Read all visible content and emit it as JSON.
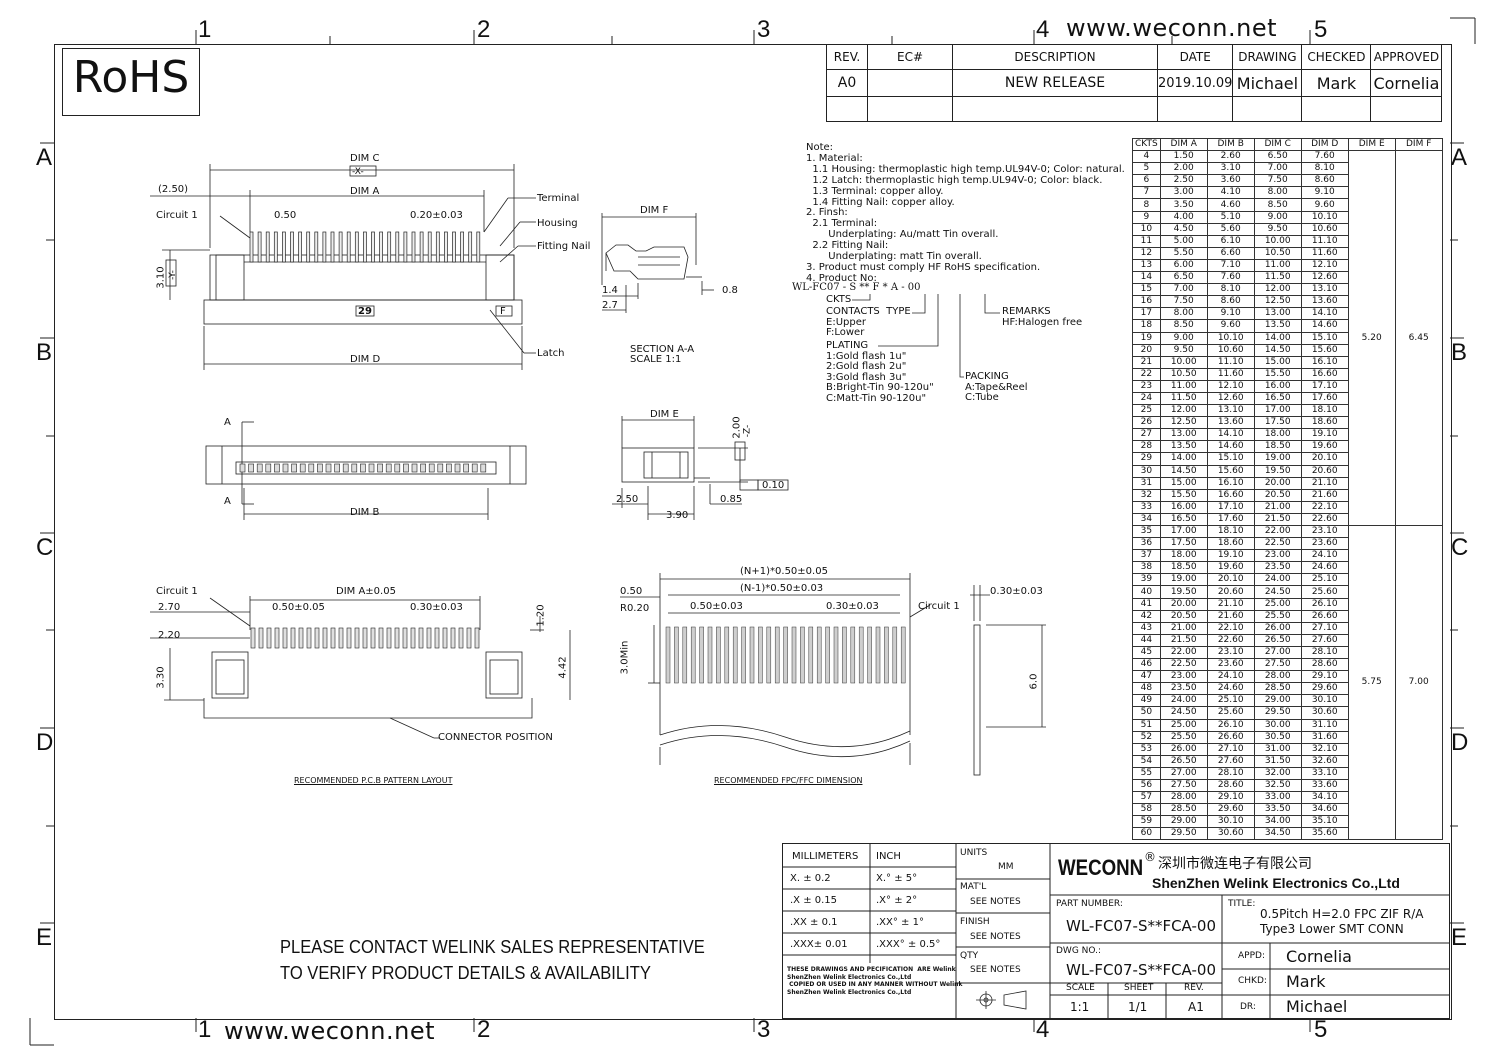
{
  "zones": {
    "top": [
      "1",
      "2",
      "3",
      "4",
      "5"
    ],
    "side": [
      "A",
      "B",
      "C",
      "D",
      "E"
    ]
  },
  "rohs": "RoHS",
  "url_top": "www.weconn.net",
  "url_bottom": "www.weconn.net",
  "revision": {
    "headers": [
      "REV.",
      "EC#",
      "DESCRIPTION",
      "DATE",
      "DRAWING",
      "CHECKED",
      "APPROVED"
    ],
    "row": [
      "A0",
      "",
      "NEW RELEASE",
      "2019.10.09",
      "Michael",
      "Mark",
      "Cornelia"
    ]
  },
  "notes": "Note:\n1. Material:\n  1.1 Housing: thermoplastic high temp.UL94V-0; Color: natural.\n  1.2 Latch: thermoplastic high temp.UL94V-0; Color: black.\n  1.3 Terminal: copper alloy.\n  1.4 Fitting Nail: copper alloy.\n2. Finsh:\n  2.1 Terminal:\n       Underplating: Au/matt Tin overall.\n  2.2 Fitting Nail:\n       Underplating: matt Tin overall.\n3. Product must comply HF RoHS specification.\n4. Product No:",
  "part_code": {
    "code": "WL-FC07 - S   **   F * A - 00",
    "ckts": "CKTS",
    "contacts_type": "CONTACTS  TYPE\nE:Upper\nF:Lower",
    "plating": "PLATING\n1:Gold flash 1u\"\n2:Gold flash 2u\"\n3:Gold flash 3u\"\nB:Bright-Tin 90-120u\"\nC:Matt-Tin 90-120u\"",
    "packing": "PACKING\nA:Tape&Reel\nC:Tube",
    "remarks": "REMARKS\nHF:Halogen free"
  },
  "dim_table": {
    "headers": [
      "CKTS",
      "DIM A",
      "DIM B",
      "DIM C",
      "DIM D",
      "DIM E",
      "DIM F"
    ],
    "rows": [
      [
        4,
        "1.50",
        "2.60",
        "6.50",
        "7.60"
      ],
      [
        5,
        "2.00",
        "3.10",
        "7.00",
        "8.10"
      ],
      [
        6,
        "2.50",
        "3.60",
        "7.50",
        "8.60"
      ],
      [
        7,
        "3.00",
        "4.10",
        "8.00",
        "9.10"
      ],
      [
        8,
        "3.50",
        "4.60",
        "8.50",
        "9.60"
      ],
      [
        9,
        "4.00",
        "5.10",
        "9.00",
        "10.10"
      ],
      [
        10,
        "4.50",
        "5.60",
        "9.50",
        "10.60"
      ],
      [
        11,
        "5.00",
        "6.10",
        "10.00",
        "11.10"
      ],
      [
        12,
        "5.50",
        "6.60",
        "10.50",
        "11.60"
      ],
      [
        13,
        "6.00",
        "7.10",
        "11.00",
        "12.10"
      ],
      [
        14,
        "6.50",
        "7.60",
        "11.50",
        "12.60"
      ],
      [
        15,
        "7.00",
        "8.10",
        "12.00",
        "13.10"
      ],
      [
        16,
        "7.50",
        "8.60",
        "12.50",
        "13.60"
      ],
      [
        17,
        "8.00",
        "9.10",
        "13.00",
        "14.10"
      ],
      [
        18,
        "8.50",
        "9.60",
        "13.50",
        "14.60"
      ],
      [
        19,
        "9.00",
        "10.10",
        "14.00",
        "15.10"
      ],
      [
        20,
        "9.50",
        "10.60",
        "14.50",
        "15.60"
      ],
      [
        21,
        "10.00",
        "11.10",
        "15.00",
        "16.10"
      ],
      [
        22,
        "10.50",
        "11.60",
        "15.50",
        "16.60"
      ],
      [
        23,
        "11.00",
        "12.10",
        "16.00",
        "17.10"
      ],
      [
        24,
        "11.50",
        "12.60",
        "16.50",
        "17.60"
      ],
      [
        25,
        "12.00",
        "13.10",
        "17.00",
        "18.10"
      ],
      [
        26,
        "12.50",
        "13.60",
        "17.50",
        "18.60"
      ],
      [
        27,
        "13.00",
        "14.10",
        "18.00",
        "19.10"
      ],
      [
        28,
        "13.50",
        "14.60",
        "18.50",
        "19.60"
      ],
      [
        29,
        "14.00",
        "15.10",
        "19.00",
        "20.10"
      ],
      [
        30,
        "14.50",
        "15.60",
        "19.50",
        "20.60"
      ],
      [
        31,
        "15.00",
        "16.10",
        "20.00",
        "21.10"
      ],
      [
        32,
        "15.50",
        "16.60",
        "20.50",
        "21.60"
      ],
      [
        33,
        "16.00",
        "17.10",
        "21.00",
        "22.10"
      ],
      [
        34,
        "16.50",
        "17.60",
        "21.50",
        "22.60"
      ],
      [
        35,
        "17.00",
        "18.10",
        "22.00",
        "23.10"
      ],
      [
        36,
        "17.50",
        "18.60",
        "22.50",
        "23.60"
      ],
      [
        37,
        "18.00",
        "19.10",
        "23.00",
        "24.10"
      ],
      [
        38,
        "18.50",
        "19.60",
        "23.50",
        "24.60"
      ],
      [
        39,
        "19.00",
        "20.10",
        "24.00",
        "25.10"
      ],
      [
        40,
        "19.50",
        "20.60",
        "24.50",
        "25.60"
      ],
      [
        41,
        "20.00",
        "21.10",
        "25.00",
        "26.10"
      ],
      [
        42,
        "20.50",
        "21.60",
        "25.50",
        "26.60"
      ],
      [
        43,
        "21.00",
        "22.10",
        "26.00",
        "27.10"
      ],
      [
        44,
        "21.50",
        "22.60",
        "26.50",
        "27.60"
      ],
      [
        45,
        "22.00",
        "23.10",
        "27.00",
        "28.10"
      ],
      [
        46,
        "22.50",
        "23.60",
        "27.50",
        "28.60"
      ],
      [
        47,
        "23.00",
        "24.10",
        "28.00",
        "29.10"
      ],
      [
        48,
        "23.50",
        "24.60",
        "28.50",
        "29.60"
      ],
      [
        49,
        "24.00",
        "25.10",
        "29.00",
        "30.10"
      ],
      [
        50,
        "24.50",
        "25.60",
        "29.50",
        "30.60"
      ],
      [
        51,
        "25.00",
        "26.10",
        "30.00",
        "31.10"
      ],
      [
        52,
        "25.50",
        "26.60",
        "30.50",
        "31.60"
      ],
      [
        53,
        "26.00",
        "27.10",
        "31.00",
        "32.10"
      ],
      [
        54,
        "26.50",
        "27.60",
        "31.50",
        "32.60"
      ],
      [
        55,
        "27.00",
        "28.10",
        "32.00",
        "33.10"
      ],
      [
        56,
        "27.50",
        "28.60",
        "32.50",
        "33.60"
      ],
      [
        57,
        "28.00",
        "29.10",
        "33.00",
        "34.10"
      ],
      [
        58,
        "28.50",
        "29.60",
        "33.50",
        "34.60"
      ],
      [
        59,
        "29.00",
        "30.10",
        "34.00",
        "35.10"
      ],
      [
        60,
        "29.50",
        "30.60",
        "34.50",
        "35.60"
      ]
    ],
    "group1": {
      "dim_e": "5.20",
      "dim_f": "6.45"
    },
    "group2": {
      "dim_e": "5.75",
      "dim_f": "7.00"
    }
  },
  "drawing_labels": {
    "dim_c": "DIM  C",
    "x_datum": "-X-",
    "dim_a": "DIM  A",
    "p250": "(2.50)",
    "circuit1": "Circuit  1",
    "p050": "0.50",
    "p020": "0.20±0.03",
    "terminal": "Terminal",
    "housing": "Housing",
    "fitting_nail": "Fitting  Nail",
    "p310": "3.10",
    "y_datum": "-Y-",
    "mark29": "29",
    "markF": "F",
    "dim_d": "DIM  D",
    "latch": "Latch",
    "dim_f": "DIM  F",
    "s14": "1.4",
    "s27": "2.7",
    "s08": "0.8",
    "section": "SECTION  A-A",
    "scale": "SCALE     1:1",
    "a_mark": "A",
    "dim_b": "DIM  B",
    "dim_e": "DIM  E",
    "s200": "2.00",
    "z_datum": "-Z-",
    "s010": "0.10",
    "s250": "2.50",
    "s085": "0.85",
    "s390": "3.90",
    "pcb_circuit1": "Circuit  1",
    "pcb_270": "2.70",
    "pcb_dima": "DIM  A±0.05",
    "pcb_050": "0.50±0.05",
    "pcb_030": "0.30±0.03",
    "pcb_120": "1.20",
    "pcb_220": "2.20",
    "pcb_330": "3.30",
    "pcb_442": "4.42",
    "connector_pos": "CONNECTOR  POSITION",
    "pcb_title": "RECOMMENDED  P.C.B  PATTERN  LAYOUT",
    "fpc_n1": "(N+1)*0.50±0.05",
    "fpc_nm1": "(N-1)*0.50±0.03",
    "fpc_050": "0.50",
    "fpc_r020": "R0.20",
    "fpc_pitch": "0.50±0.03",
    "fpc_030": "0.30±0.03",
    "fpc_circuit1": "Circuit  1",
    "fpc_thk": "0.30±0.03",
    "fpc_3min": "3.0Min",
    "fpc_60": "6.0",
    "fpc_title": "RECOMMENDED  FPC/FFC  DIMENSION"
  },
  "contact_notice": [
    "PLEASE CONTACT WELINK SALES REPRESENTATIVE",
    "TO VERIFY PRODUCT DETAILS & AVAILABILITY"
  ],
  "title_block": {
    "millimeters": "MILLIMETERS",
    "inch": "INCH",
    "tol_mm": [
      "X.  ±  0.2",
      ".X  ± 0.15",
      ".XX  ± 0.1",
      ".XXX±  0.01"
    ],
    "tol_in": [
      "X.°  ±  5°",
      ".X°  ±  2°",
      ".XX°  ±  1°",
      ".XXX°  ±  0.5°"
    ],
    "disclaimer": "THESE DRAWINGS AND PECIFICATION  ARE Welink\nShenZhen Welink Electronics Co.,Ltd\n COPIED OR USED IN ANY MANNER WITHOUT Welink\nShenZhen Welink Electronics Co.,Ltd",
    "units": "UNITS",
    "units_val": "MM",
    "matl": "MAT'L",
    "matl_val": "SEE NOTES",
    "finish": "FINISH",
    "finish_val": "SEE NOTES",
    "qty": "QTY",
    "qty_val": "SEE NOTES",
    "brand": "WECONN",
    "reg": "®",
    "company_cn": "深圳市微连电子有限公司",
    "company_en": "ShenZhen Welink Electronics Co.,Ltd",
    "part_number_label": "PART NUMBER:",
    "part_number": "WL-FC07-S**FCA-00",
    "title_label": "TITLE:",
    "title_line1": "0.5Pitch H=2.0 FPC ZIF R/A",
    "title_line2": "Type3 Lower SMT CONN",
    "dwg_label": "DWG NO.:",
    "dwg_no": "WL-FC07-S**FCA-00",
    "scale_label": "SCALE",
    "scale_val": "1:1",
    "sheet_label": "SHEET",
    "sheet_val": "1/1",
    "rev_label": "REV.",
    "rev_val": "A1",
    "appd_label": "APPD:",
    "appd": "Cornelia",
    "chkd_label": "CHKD:",
    "chkd": "Mark",
    "dr_label": "DR:",
    "dr": "Michael"
  }
}
